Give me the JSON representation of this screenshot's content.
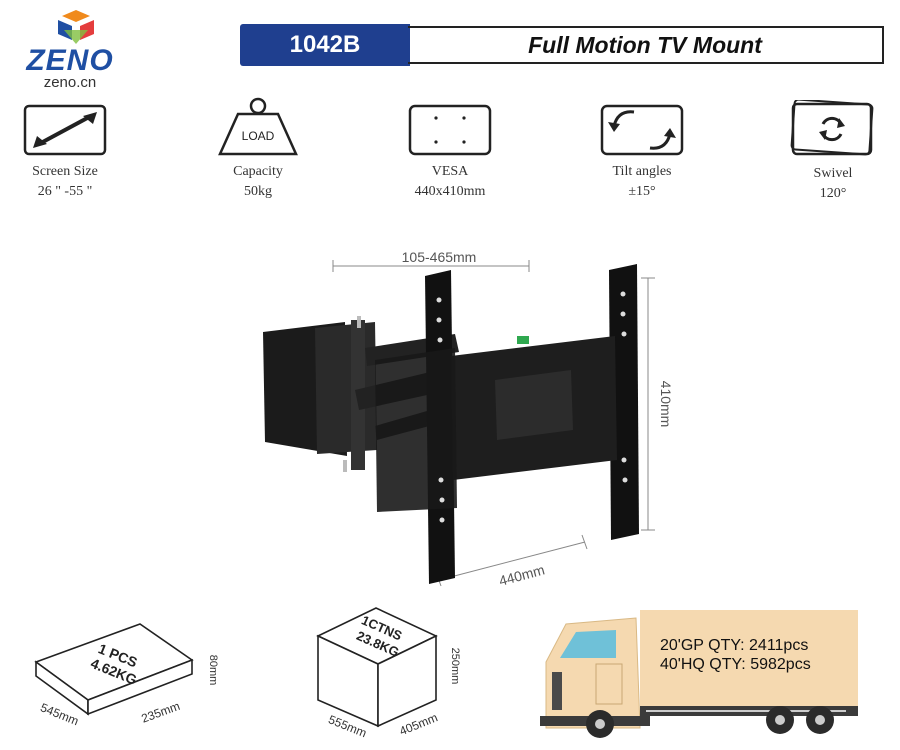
{
  "brand": {
    "name": "ZENO",
    "url": "zeno.cn"
  },
  "header": {
    "model": "1042B",
    "title": "Full Motion TV Mount"
  },
  "specs": [
    {
      "icon": "double-arrow-icon",
      "label": "Screen Size",
      "value": "26 \" -55 \""
    },
    {
      "icon": "load-weight-icon",
      "icon_text": "LOAD",
      "label": "Capacity",
      "value": "50kg"
    },
    {
      "icon": "vesa-holes-icon",
      "label": "VESA",
      "value": "440x410mm"
    },
    {
      "icon": "tilt-arrows-icon",
      "label": "Tilt angles",
      "value": "±15°"
    },
    {
      "icon": "swivel-rotate-icon",
      "label": "Swivel",
      "value": "120°"
    }
  ],
  "dimensions": {
    "arm_extension": "105-465mm",
    "height": "410mm",
    "width": "440mm"
  },
  "package_single": {
    "text_line1": "1 PCS",
    "text_line2": "4.62KG",
    "length": "545mm",
    "width": "235mm",
    "height": "80mm"
  },
  "package_carton": {
    "text_line1": "1CTNS",
    "text_line2": "23.8KG",
    "length": "555mm",
    "width": "405mm",
    "height": "250mm"
  },
  "shipping": {
    "gp20": "20'GP QTY: 2411pcs",
    "hq40": "40'HQ QTY: 5982pcs"
  },
  "colors": {
    "brand_blue": "#1f3f8f",
    "logo_orange": "#f08a1c",
    "truck_cargo": "#f5d9b0"
  }
}
